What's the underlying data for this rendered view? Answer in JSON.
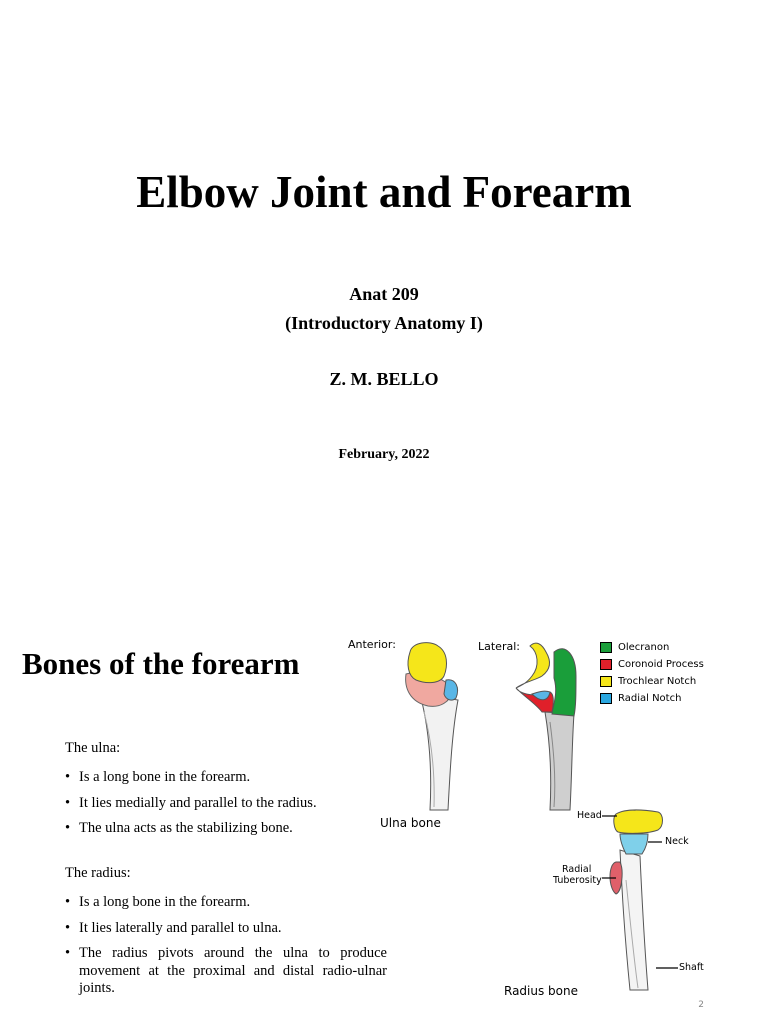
{
  "slide1": {
    "title": "Elbow Joint and Forearm",
    "course_code": "Anat 209",
    "course_name": "(Introductory Anatomy I)",
    "author": "Z. M. BELLO",
    "date": "February, 2022"
  },
  "slide2": {
    "title": "Bones of the forearm",
    "ulna": {
      "intro": "The ulna:",
      "points": [
        "Is a long bone in the forearm.",
        "It lies medially and parallel to the radius.",
        "The ulna acts as the stabilizing bone."
      ]
    },
    "radius": {
      "intro": "The radius:",
      "points": [
        "Is a long bone in the forearm.",
        "It lies laterally and parallel to ulna.",
        "The radius pivots around the ulna to produce movement at the proximal and distal radio-ulnar joints."
      ]
    },
    "ulna_figure": {
      "anterior_label": "Anterior:",
      "lateral_label": "Lateral:",
      "caption": "Ulna bone",
      "legend": [
        {
          "label": "Olecranon",
          "color": "#1a9e3a"
        },
        {
          "label": "Coronoid Process",
          "color": "#e0202a"
        },
        {
          "label": "Trochlear Notch",
          "color": "#f5e61a"
        },
        {
          "label": "Radial Notch",
          "color": "#2aa7e0"
        }
      ]
    },
    "radius_figure": {
      "head_label": "Head",
      "neck_label": "Neck",
      "tuberosity_label_1": "Radial",
      "tuberosity_label_2": "Tuberosity",
      "shaft_label": "Shaft",
      "caption": "Radius bone"
    },
    "page_number": "2"
  }
}
